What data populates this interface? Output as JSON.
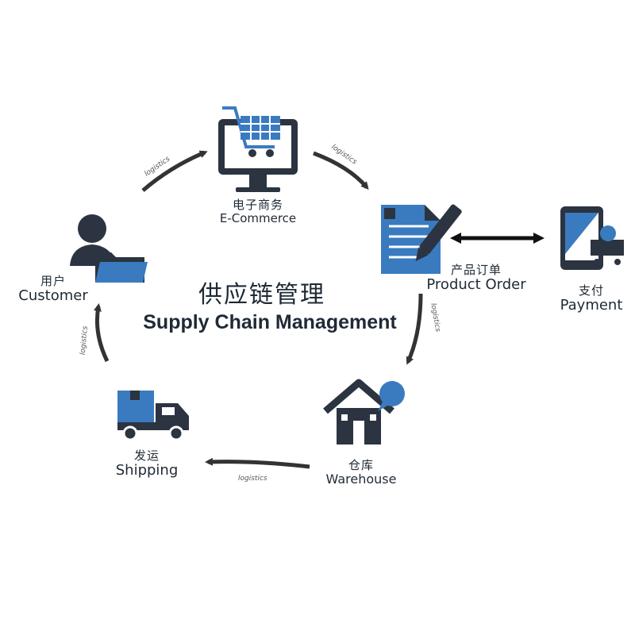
{
  "title": {
    "zh": "供应链管理",
    "en": "Supply Chain Management"
  },
  "nodes": {
    "ecommerce": {
      "zh": "电子商务",
      "en": "E-Commerce"
    },
    "order": {
      "zh": "产品订单",
      "en": "Product Order"
    },
    "payment": {
      "zh": "支付",
      "en": "Payment"
    },
    "warehouse": {
      "zh": "仓库",
      "en": "Warehouse"
    },
    "shipping": {
      "zh": "发运",
      "en": "Shipping"
    },
    "customer": {
      "zh": "用户",
      "en": "Customer"
    }
  },
  "arrow_tag": "logistics",
  "colors": {
    "dark": "#2b3440",
    "blue": "#3a7bc0",
    "arrow": "#333333"
  }
}
